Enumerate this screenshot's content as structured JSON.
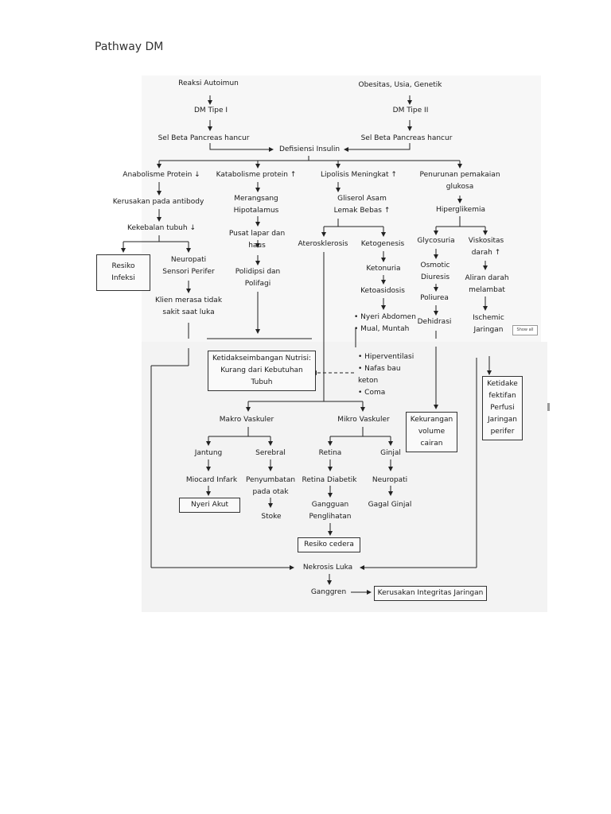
{
  "page_title": "Pathway DM",
  "nodes": {
    "reaksi_autoimun": "Reaksi Autoimun",
    "obesitas": "Obesitas, Usia, Genetik",
    "dm1": "DM Tipe I",
    "dm2": "DM Tipe II",
    "sel_beta1": "Sel Beta Pancreas hancur",
    "sel_beta2": "Sel Beta Pancreas hancur",
    "defisiensi": "Defisiensi Insulin",
    "anabolisme": "Anabolisme Protein ↓",
    "katabolisme": "Katabolisme protein ↑",
    "lipolisis": "Lipolisis Meningkat ↑",
    "penurunan": "Penurunan pemakaian\nglukosa",
    "kerusakan_antibody": "Kerusakan pada antibody",
    "merangsang": "Merangsang\nHipotalamus",
    "gliserol": "Gliserol Asam\nLemak Bebas ↑",
    "hiperglikemia": "Hiperglikemia",
    "kekebalan": "Kekebalan tubuh ↓",
    "pusat_lapar": "Pusat lapar dan\nhaus",
    "aterosklerosis": "Aterosklerosis",
    "ketogenesis": "Ketogenesis",
    "glycosuria": "Glycosuria",
    "viskositas": "Viskositas\ndarah ↑",
    "resiko_infeksi": "Resiko\nInfeksi",
    "neuropati_sensori": "Neuropati\nSensori Perifer",
    "polidipsi": "Polidipsi dan\nPolifagi",
    "ketonuria": "Ketonuria",
    "osmotic": "Osmotic\nDiuresis",
    "aliran_darah": "Aliran darah\nmelambat",
    "klien": "Klien merasa tidak\nsakit saat luka",
    "ketoasidosis": "Ketoasidosis",
    "poliurea": "Poliurea",
    "ischemic": "Ischemic\nJaringan",
    "dehidrasi": "Dehidrasi",
    "ketidakseimbangan": "Ketidakseimbangan Nutrisi:\nKurang dari Kebutuhan\nTubuh",
    "ketidakefektifan": "Ketidake\nfektifan\nPerfusi\nJaringan\nperifer",
    "kekurangan_volume": "Kekurangan\nvolume\ncairan",
    "makro": "Makro Vaskuler",
    "mikro": "Mikro Vaskuler",
    "jantung": "Jantung",
    "serebral": "Serebral",
    "retina": "Retina",
    "ginjal": "Ginjal",
    "miocard": "Miocard Infark",
    "penyumbatan": "Penyumbatan\npada otak",
    "retina_diabetik": "Retina Diabetik",
    "neuropati": "Neuropati",
    "nyeri_akut": "Nyeri Akut",
    "stoke": "Stoke",
    "gangguan": "Gangguan\nPenglihatan",
    "gagal_ginjal": "Gagal Ginjal",
    "resiko_cedera": "Resiko cedera",
    "nekrosis": "Nekrosis Luka",
    "ganggren": "Ganggren",
    "kerusakan_integritas": "Kerusakan Integritas Jaringan"
  },
  "list_ketoasidosis": [
    "• Nyeri Abdomen",
    "• Mual, Muntah"
  ],
  "list_hiperventilasi": [
    "• Hiperventilasi",
    "• Nafas bau",
    "   keton",
    "• Coma"
  ],
  "show_all_label": "Show all"
}
